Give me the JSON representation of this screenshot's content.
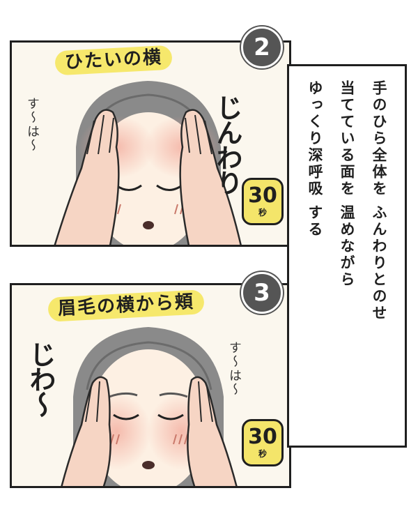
{
  "panel_top": {
    "caption": "ひたいの横",
    "sfx": "じんわり",
    "breath": "す〜は〜",
    "badge_number": "30",
    "badge_unit": "秒",
    "step_number": "2"
  },
  "panel_bottom": {
    "caption": "眉毛の横から頬",
    "sfx": "じわ〜",
    "breath": "す〜は〜",
    "badge_number": "30",
    "badge_unit": "秒",
    "step_number": "3"
  },
  "instructions": {
    "line1": "手のひら全体を ふんわりとのせ",
    "line2": "当てている面を 温めながら",
    "line3": "ゆっくり深呼吸 する"
  },
  "colors": {
    "caption_highlight": "#f6e86c",
    "badge_fill": "#f4e56a",
    "step_circle": "#555555",
    "warm_blush": "#f2a99a",
    "hair": "#8a8a8a"
  }
}
